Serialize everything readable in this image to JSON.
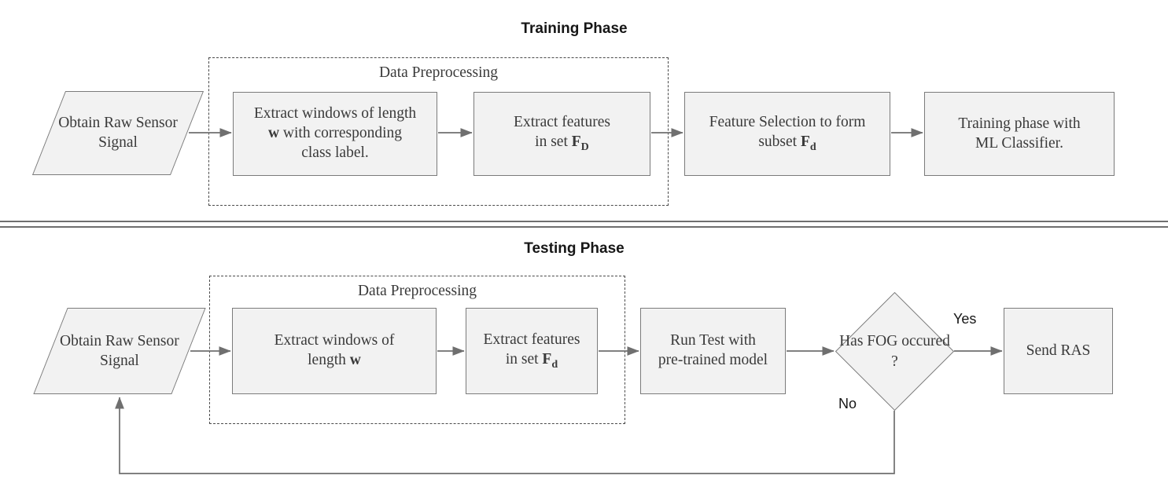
{
  "diagram": {
    "title_training": "Training Phase",
    "title_testing": "Testing Phase",
    "group_label": "Data Preprocessing",
    "colors": {
      "node_fill": "#f2f2f2",
      "node_stroke": "#7b7b7b",
      "group_stroke": "#4a4a4a",
      "arrow": "#6f6f6f",
      "text": "#3a3a3a",
      "title_text": "#161616"
    }
  },
  "training_phase": {
    "input": {
      "line1": "Obtain Raw",
      "line2": "Sensor Signal"
    },
    "preprocessing": {
      "label": "Data Preprocessing",
      "step1": {
        "line1": "Extract windows of length",
        "line2_pre": "",
        "line2_bold": "w",
        "line2_post": " with corresponding",
        "line3": "class label."
      },
      "step2": {
        "line1": "Extract features",
        "line2_pre": "in set ",
        "line2_bold": "F",
        "line2_sub": "D"
      }
    },
    "feature_selection": {
      "line1": "Feature Selection to form",
      "line2_pre": "subset ",
      "line2_bold": "F",
      "line2_sub": "d"
    },
    "training": {
      "line1": "Training phase with",
      "line2": "ML Classifier."
    }
  },
  "testing_phase": {
    "input": {
      "line1": "Obtain Raw",
      "line2": "Sensor Signal"
    },
    "preprocessing": {
      "label": "Data Preprocessing",
      "step1": {
        "line1": "Extract windows of",
        "line2_pre": "length ",
        "line2_bold": "w"
      },
      "step2": {
        "line1": "Extract features",
        "line2_pre": "in set ",
        "line2_bold": "F",
        "line2_sub": "d"
      }
    },
    "run_test": {
      "line1": "Run Test with",
      "line2": "pre-trained model"
    },
    "decision": {
      "line1": "Has FOG",
      "line2": "occured ?"
    },
    "branch_yes": "Yes",
    "branch_no": "No",
    "send": {
      "line1": "Send RAS"
    }
  }
}
